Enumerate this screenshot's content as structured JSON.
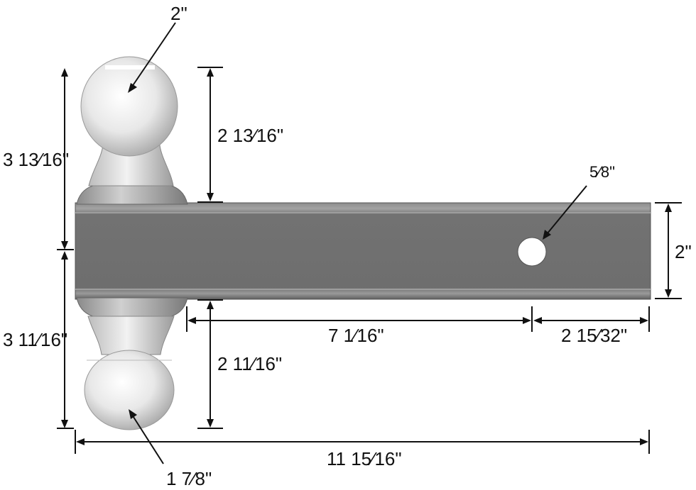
{
  "labels": {
    "top_ball_diameter": "2\"",
    "top_ball_height_total": "3 13⁄16\"",
    "top_ball_height": "2 13⁄16\"",
    "hole_diameter": "5⁄8\"",
    "shank_height": "2\"",
    "bottom_ball_height_total": "3 11⁄16\"",
    "bottom_ball_height": "2 11⁄16\"",
    "shank_to_hole": "7 1⁄16\"",
    "hole_to_end": "2 15⁄32\"",
    "overall_length": "11 15⁄16\"",
    "bottom_ball_diameter": "1 7⁄8\""
  },
  "colors": {
    "shank": "#707070",
    "shank_edge": "#8f8f8f",
    "ball_light": "#f4f4f4",
    "ball_dark": "#a9a9a9",
    "line": "#111111"
  }
}
